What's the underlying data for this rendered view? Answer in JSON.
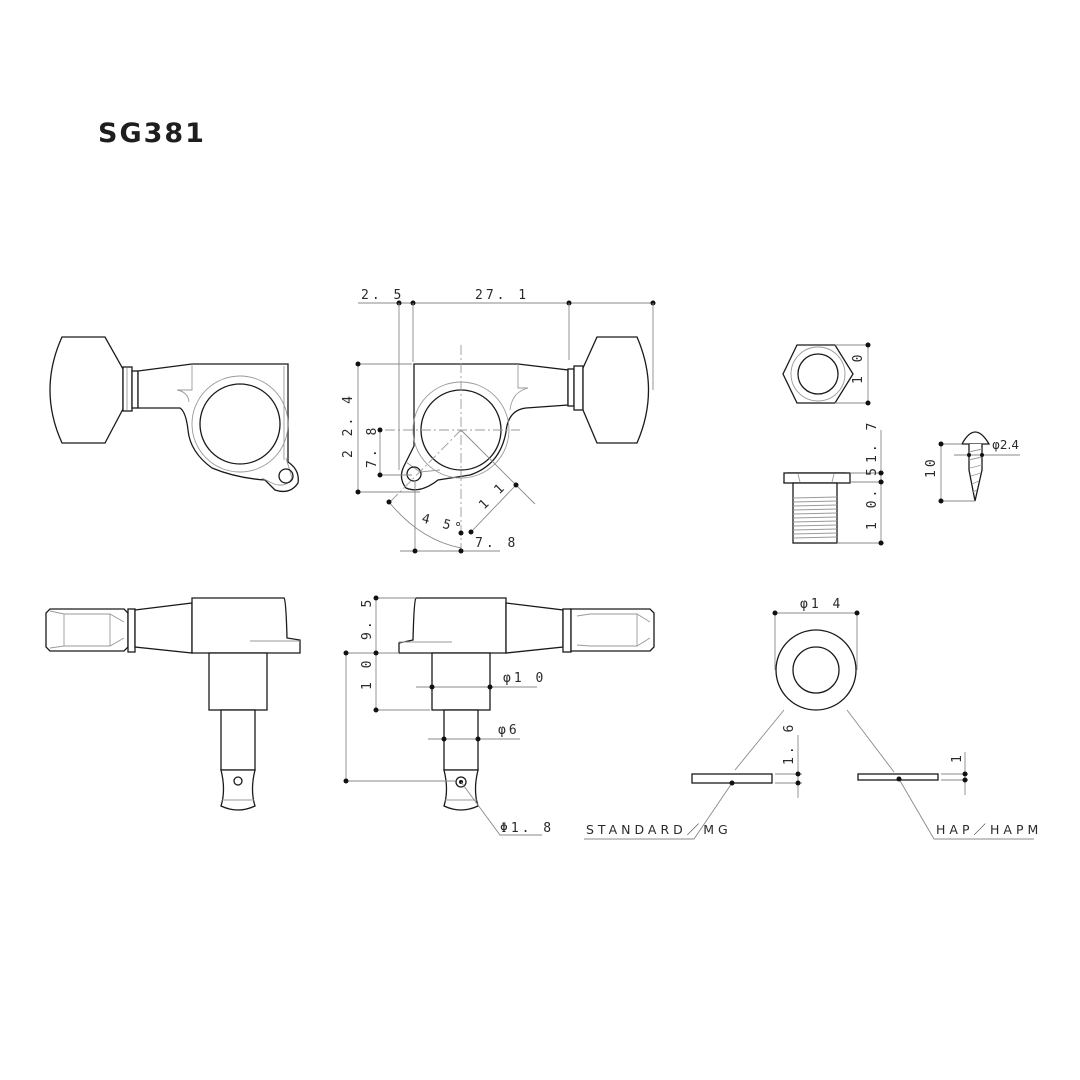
{
  "title": "SG381",
  "views": {
    "front_left": {
      "name": "front view, left-hand tuner"
    },
    "front_right": {
      "name": "front view, right-hand tuner (dimensioned)"
    },
    "side_left": {
      "name": "side view, left-hand tuner"
    },
    "side_right": {
      "name": "side view, right-hand tuner (dimensioned)"
    },
    "bushing_nut_top": {
      "name": "hex bushing nut top view"
    },
    "bushing_side": {
      "name": "threaded bushing side view"
    },
    "screw": {
      "name": "mounting screw"
    },
    "washer": {
      "name": "washer top view and variants"
    }
  },
  "dimensions": {
    "top_offset": "2. 5",
    "top_length": "27. 1",
    "body_height": "2 2. 4",
    "ear_offset": "7. 8",
    "angle": "4 5°",
    "ear_diag": "1 1",
    "ear_horiz": "7. 8",
    "hex_nut": "1 0",
    "bushing_flange": "1. 7",
    "bushing_length": "1 0. 5",
    "screw_length": "10",
    "screw_dia": "φ2.4",
    "housing_height": "9. 5",
    "post_length": "1 0",
    "post_dia": "φ1 0",
    "shaft_dia": "φ6",
    "string_hole": "Φ1. 8",
    "washer_dia": "φ1 4",
    "washer_std_thick": "1. 6",
    "washer_hap_thick": "1"
  },
  "labels": {
    "washer_standard": "STANDARD／MG",
    "washer_hap": "HAP／HAPM"
  },
  "colors": {
    "line": "#1a1a1a",
    "dim_line": "#8a8a8a",
    "text": "#2a2a2a"
  }
}
